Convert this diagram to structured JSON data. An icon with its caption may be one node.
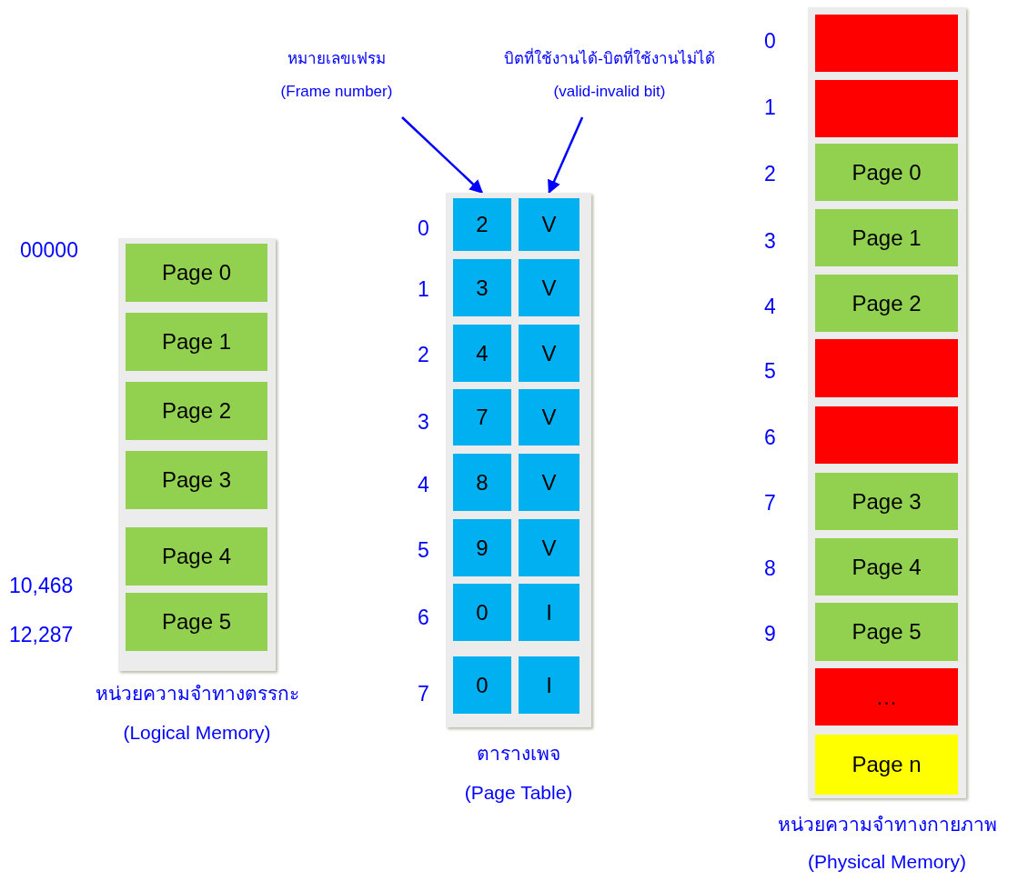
{
  "diagram": {
    "nodes": [
      {
        "text": [
          "หน่วยความจำทางตรรกะ",
          "(Logical Memory)"
        ]
      },
      {
        "text": [
          "Page 0"
        ],
        "in": 0
      },
      {
        "text": [
          "Page 1"
        ],
        "in": 0
      },
      {
        "text": [
          "Page 2"
        ],
        "in": 0
      },
      {
        "text": [
          "Page 3"
        ],
        "in": 0
      },
      {
        "text": [
          "Page 4"
        ],
        "in": 0
      },
      {
        "text": [
          "Page 5"
        ],
        "in": 0
      },
      {
        "text": [
          "ตารางเพจ",
          "(Page Table)"
        ]
      },
      {
        "text": [
          "2"
        ],
        "in": 7
      },
      {
        "text": [
          "V"
        ],
        "in": 7
      },
      {
        "text": [
          "3"
        ],
        "in": 7
      },
      {
        "text": [
          "V"
        ],
        "in": 7
      },
      {
        "text": [
          "4"
        ],
        "in": 7
      },
      {
        "text": [
          "V"
        ],
        "in": 7
      },
      {
        "text": [
          "7"
        ],
        "in": 7
      },
      {
        "text": [
          "V"
        ],
        "in": 7
      },
      {
        "text": [
          "8"
        ],
        "in": 7
      },
      {
        "text": [
          "V"
        ],
        "in": 7
      },
      {
        "text": [
          "9"
        ],
        "in": 7
      },
      {
        "text": [
          "V"
        ],
        "in": 7
      },
      {
        "text": [
          "0"
        ],
        "in": 7
      },
      {
        "text": [
          "I"
        ],
        "in": 7
      },
      {
        "text": [
          "0"
        ],
        "in": 7
      },
      {
        "text": [
          "I"
        ],
        "in": 7
      },
      {
        "text": [
          "หมายเลขเฟรม",
          "(Frame number)"
        ]
      },
      {
        "text": [
          "บิตที่ใช้งานได้-บิตที่ใช้งานไม่ได้",
          "(valid-invalid bit)"
        ]
      },
      {
        "text": [
          "หน่วยความจำทางกายภาพ",
          "(Physical Memory)"
        ]
      },
      {
        "text": [],
        "shape": "box",
        "in": 26
      },
      {
        "text": [],
        "shape": "box",
        "in": 26
      },
      {
        "text": [
          "Page 0"
        ],
        "in": 26
      },
      {
        "text": [
          "Page 1"
        ],
        "in": 26
      },
      {
        "text": [
          "Page 2"
        ],
        "in": 26
      },
      {
        "text": [],
        "shape": "box",
        "in": 26
      },
      {
        "text": [],
        "shape": "box",
        "in": 26
      },
      {
        "text": [
          "Page 3"
        ],
        "in": 26
      },
      {
        "text": [
          "Page 4"
        ],
        "in": 26
      },
      {
        "text": [
          "Page 5"
        ],
        "in": 26
      },
      {
        "text": [
          "…"
        ],
        "in": 26
      },
      {
        "text": [
          "Page n"
        ],
        "in": 26
      }
    ],
    "edges": [
      {
        "from": 24,
        "to": 8,
        "arrow": "to"
      },
      {
        "from": 25,
        "to": 9,
        "arrow": "to"
      }
    ],
    "labels": [
      "0",
      "1",
      "2",
      "3",
      "4",
      "5",
      "6",
      "7",
      "8",
      "9",
      "0",
      "1",
      "2",
      "3",
      "4",
      "5",
      "6",
      "7",
      "00000",
      "10,468",
      "12,287"
    ]
  }
}
